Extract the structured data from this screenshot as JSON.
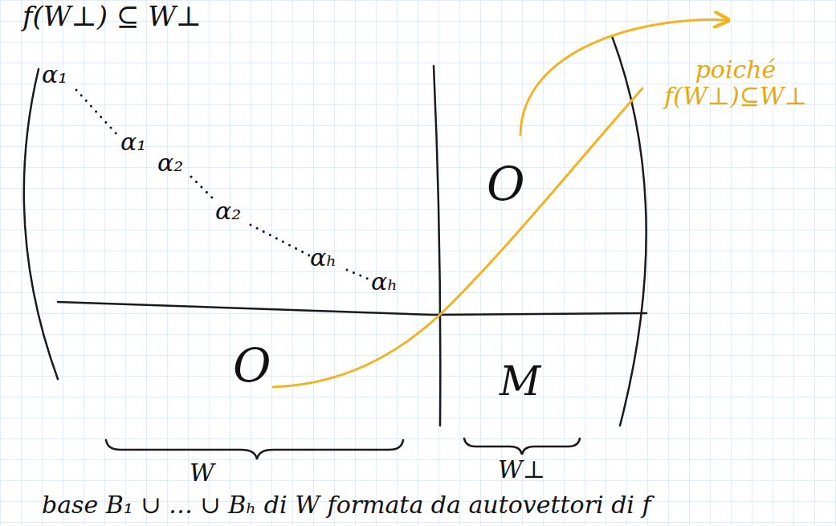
{
  "diagram": {
    "labels": [
      "f(W⊥) ⊆ W⊥",
      "α₁",
      "α₁",
      "α₂",
      "α₂",
      "αₕ",
      "αₕ",
      "O",
      "O",
      "M",
      "W",
      "W⊥",
      "poiché f(W⊥)⊆W⊥",
      "base B₁ ∪ … ∪ Bₕ di W formata da autovettori di f"
    ]
  }
}
